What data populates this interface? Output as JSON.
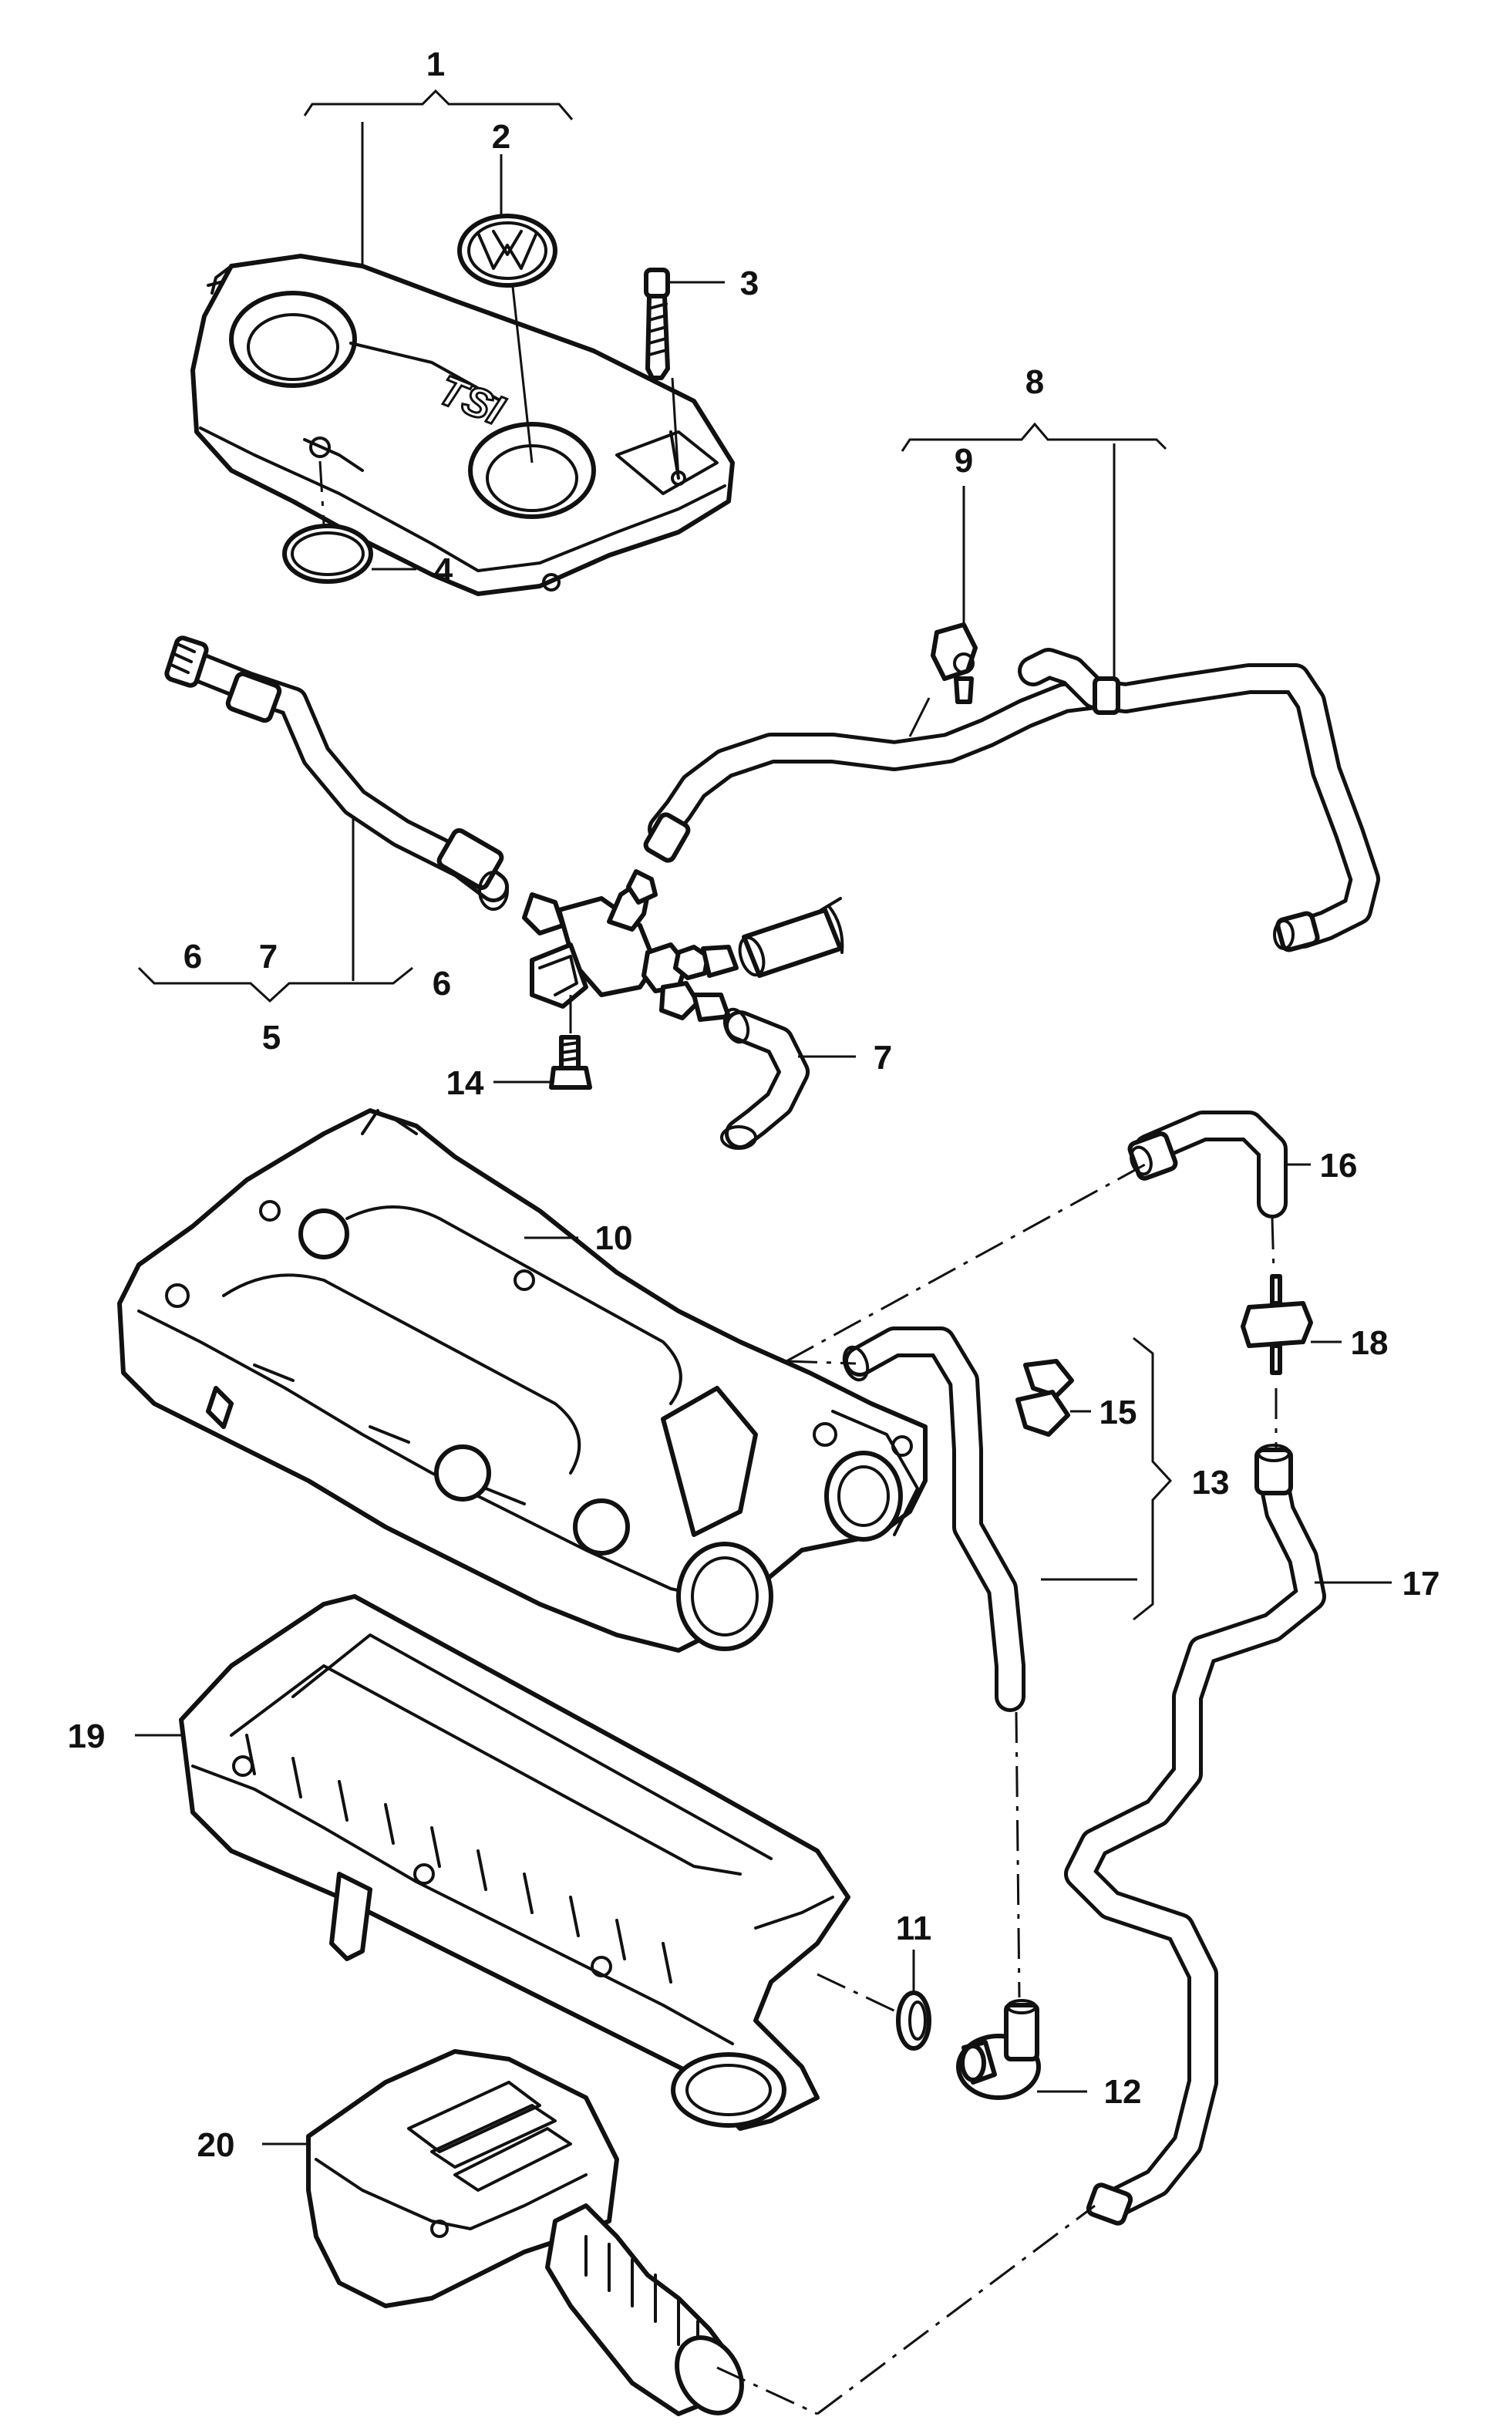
{
  "callouts": [
    {
      "id": "1",
      "label": "1"
    },
    {
      "id": "2",
      "label": "2"
    },
    {
      "id": "3",
      "label": "3"
    },
    {
      "id": "4",
      "label": "4"
    },
    {
      "id": "5",
      "label": "5"
    },
    {
      "id": "6a",
      "label": "6"
    },
    {
      "id": "7a",
      "label": "7"
    },
    {
      "id": "6b",
      "label": "6"
    },
    {
      "id": "7b",
      "label": "7"
    },
    {
      "id": "8",
      "label": "8"
    },
    {
      "id": "9",
      "label": "9"
    },
    {
      "id": "10",
      "label": "10"
    },
    {
      "id": "11",
      "label": "11"
    },
    {
      "id": "12",
      "label": "12"
    },
    {
      "id": "13",
      "label": "13"
    },
    {
      "id": "14",
      "label": "14"
    },
    {
      "id": "15",
      "label": "15"
    },
    {
      "id": "16",
      "label": "16"
    },
    {
      "id": "17",
      "label": "17"
    },
    {
      "id": "18",
      "label": "18"
    },
    {
      "id": "19",
      "label": "19"
    },
    {
      "id": "20",
      "label": "20"
    }
  ],
  "engine_cover_lettering": "TSI",
  "emblem_icon": "vw-emblem-icon"
}
